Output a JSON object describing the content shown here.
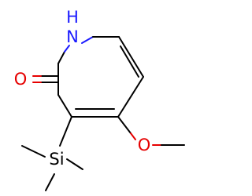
{
  "molecule": {
    "atoms": {
      "nitrogen_label": "N",
      "hydrogen_label": "H",
      "carbonyl_oxygen_label": "O",
      "methoxy_oxygen_label": "O",
      "silicon_label": "Si"
    },
    "colors": {
      "nitrogen": "#1a1aff",
      "oxygen": "#e60000",
      "silicon": "#000000",
      "bond": "#000000"
    }
  }
}
